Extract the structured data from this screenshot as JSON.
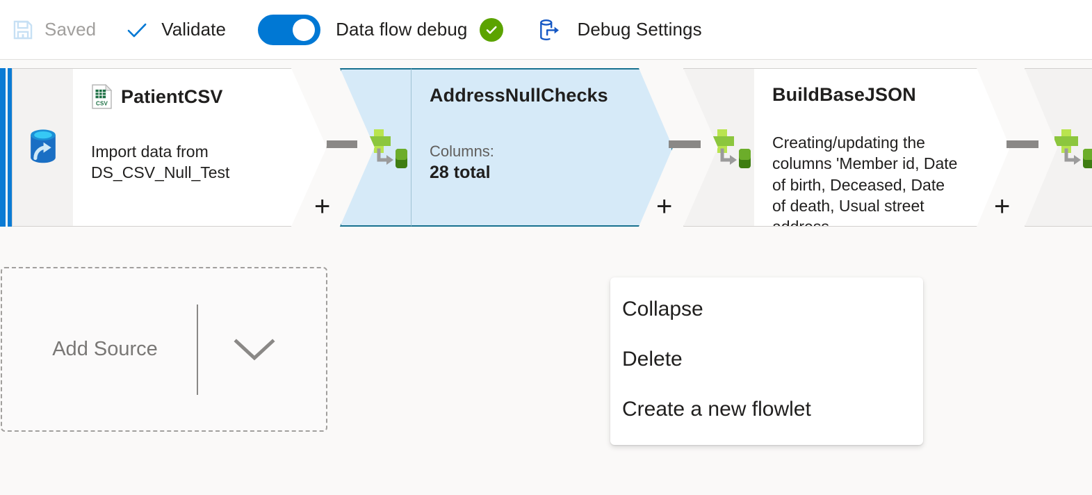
{
  "toolbar": {
    "save": {
      "label": "Saved",
      "icon": "save-floppy-icon",
      "state": "disabled"
    },
    "validate": {
      "label": "Validate",
      "icon": "checkmark-icon"
    },
    "debug_toggle": {
      "label": "Data flow debug",
      "state": "on",
      "status_icon": "success-check-circle-icon"
    },
    "debug_settings": {
      "label": "Debug Settings",
      "icon": "database-export-icon"
    }
  },
  "canvas": {
    "nodes": [
      {
        "id": "source",
        "name": "PatientCSV",
        "type_icon": "csv-file-icon",
        "gutter_icon": "source-database-icon",
        "description": "Import data from DS_CSV_Null_Test",
        "selected": false
      },
      {
        "id": "derived1",
        "name": "AddressNullChecks",
        "gutter_icon": "derived-column-icon",
        "stat_label": "Columns:",
        "stat_value": "28 total",
        "selected": true
      },
      {
        "id": "derived2",
        "name": "BuildBaseJSON",
        "gutter_icon": "derived-column-icon",
        "description": "Creating/updating the columns 'Member id, Date of birth, Deceased, Date of death, Usual street address,",
        "selected": false
      },
      {
        "id": "derived3",
        "name": "",
        "gutter_icon": "derived-column-icon",
        "selected": false
      }
    ],
    "add_handles": [
      "+",
      "+",
      "+"
    ],
    "add_source": {
      "label": "Add Source",
      "chevron_icon": "chevron-down-icon"
    }
  },
  "context_menu": {
    "items": [
      {
        "label": "Collapse"
      },
      {
        "label": "Delete"
      },
      {
        "label": "Create a new flowlet"
      }
    ]
  },
  "colors": {
    "accent": "#0078d4",
    "selected_fill": "#d6eaf8",
    "selected_border": "#17718f",
    "success": "#5ba300",
    "node_border": "#d2d0ce",
    "gutter": "#f3f2f1",
    "connector": "#8a8886"
  }
}
